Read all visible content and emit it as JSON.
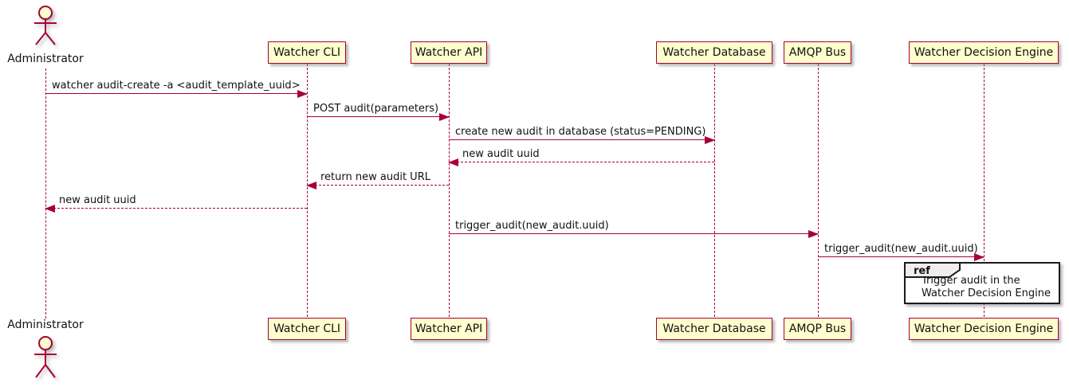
{
  "diagram": {
    "type": "uml-sequence",
    "actor": {
      "label": "Administrator"
    },
    "participants": [
      {
        "label": "Watcher CLI"
      },
      {
        "label": "Watcher API"
      },
      {
        "label": "Watcher Database"
      },
      {
        "label": "AMQP Bus"
      },
      {
        "label": "Watcher Decision Engine"
      }
    ],
    "messages": [
      {
        "from": "Administrator",
        "to": "Watcher CLI",
        "text": "watcher audit-create -a <audit_template_uuid>",
        "line": "solid",
        "direction": "right"
      },
      {
        "from": "Watcher CLI",
        "to": "Watcher API",
        "text": "POST audit(parameters)",
        "line": "solid",
        "direction": "right"
      },
      {
        "from": "Watcher API",
        "to": "Watcher Database",
        "text": "create new audit in database (status=PENDING)",
        "line": "solid",
        "direction": "right"
      },
      {
        "from": "Watcher Database",
        "to": "Watcher API",
        "text": "new audit uuid",
        "line": "dashed",
        "direction": "left"
      },
      {
        "from": "Watcher API",
        "to": "Watcher CLI",
        "text": "return new audit URL",
        "line": "dashed",
        "direction": "left"
      },
      {
        "from": "Watcher CLI",
        "to": "Administrator",
        "text": "new audit uuid",
        "line": "dashed",
        "direction": "left"
      },
      {
        "from": "Watcher API",
        "to": "AMQP Bus",
        "text": "trigger_audit(new_audit.uuid)",
        "line": "solid",
        "direction": "right"
      },
      {
        "from": "AMQP Bus",
        "to": "Watcher Decision Engine",
        "text": "trigger_audit(new_audit.uuid)",
        "line": "solid",
        "direction": "right"
      }
    ],
    "ref_fragment": {
      "keyword": "ref",
      "over": "Watcher Decision Engine",
      "line1": "Trigger audit in the",
      "line2": "Watcher Decision Engine"
    },
    "colors": {
      "accent": "#A80036",
      "participant_fill": "#FEFECE",
      "ref_tab_fill": "#EEEEEE",
      "text": "#111111",
      "background": "#FFFFFF"
    }
  }
}
